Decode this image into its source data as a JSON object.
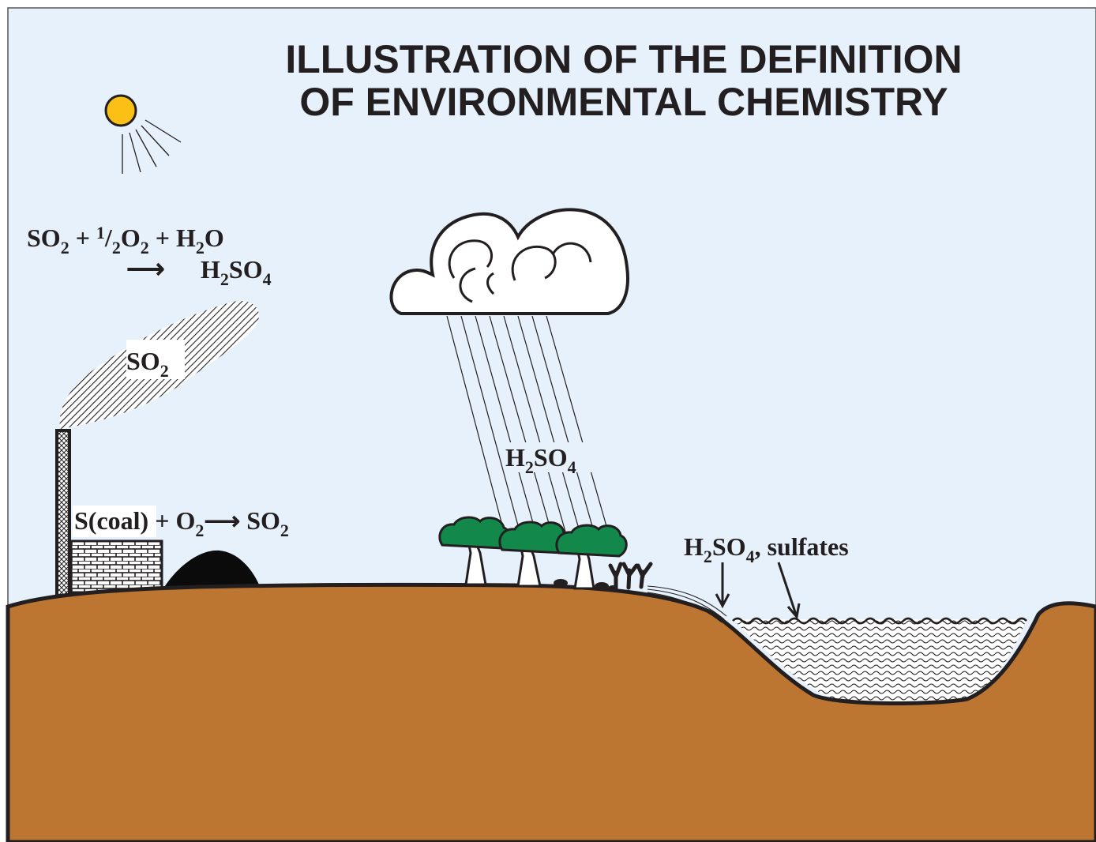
{
  "title": {
    "line1": "ILLUSTRATION OF THE DEFINITION",
    "line2": "OF ENVIRONMENTAL CHEMISTRY"
  },
  "colors": {
    "sky": "#e6f1fb",
    "soil": "#bd7631",
    "sun": "#fbbf15",
    "tree_canopy": "#12894a",
    "outline": "#231f20",
    "cloud": "#ffffff"
  },
  "icons": [
    "sun-icon",
    "smokestack-icon",
    "coal-pile-icon",
    "cloud-icon",
    "tree-icon",
    "dead-plant-icon",
    "lake-icon"
  ],
  "labels": {
    "upper_reaction": {
      "line1": {
        "so": "SO",
        "two_a": "2",
        "plus1": " + ",
        "one": "1",
        "slash": "/",
        "two_b": "2",
        "o": "O",
        "two_c": "2",
        "plus2": " + H",
        "two_d": "2",
        "o2": "O"
      },
      "arrow": "⟶",
      "product": {
        "h": "H",
        "two": "2",
        "so": "SO",
        "four": "4"
      }
    },
    "smoke": {
      "so": "SO",
      "two": "2"
    },
    "coal_reaction": {
      "reactant": "S(coal) + O",
      "two_a": "2",
      "arrow": "⟶",
      "product": " SO",
      "two_b": "2"
    },
    "rain": {
      "h": "H",
      "two": "2",
      "so": "SO",
      "four": "4"
    },
    "runoff": {
      "h": "H",
      "two": "2",
      "so": "SO",
      "four": "4",
      "rest": ", sulfates"
    }
  }
}
